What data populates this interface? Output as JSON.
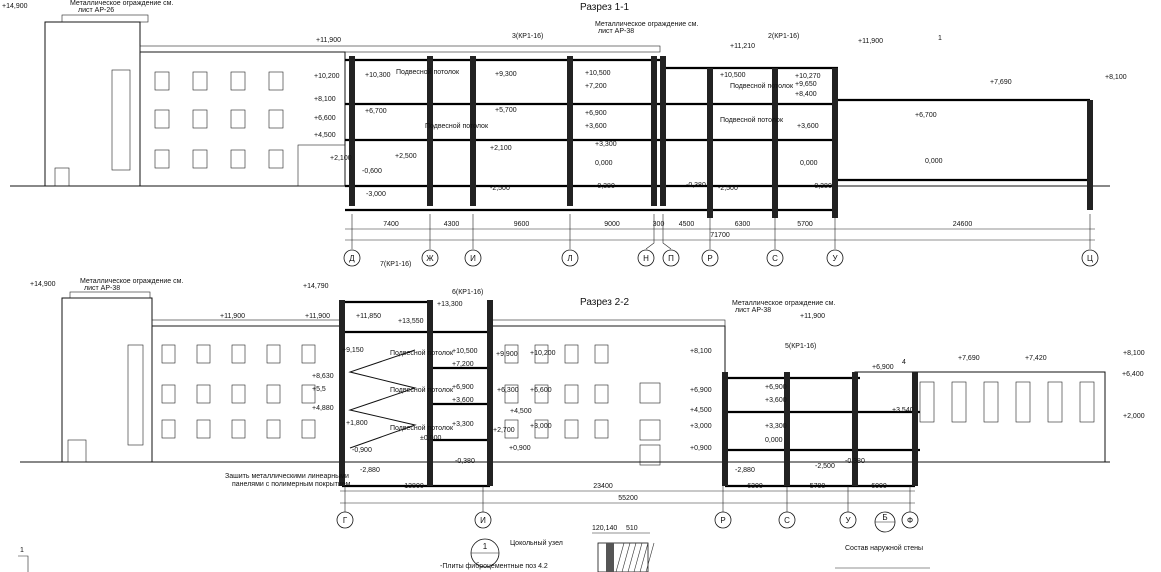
{
  "section1": {
    "title": "Разрез 1-1",
    "note_fence_left": "Металлическое ограждение см.",
    "note_fence_left_sheet": "лист АР-26",
    "note_fence_right": "Металлическое ограждение см.",
    "note_fence_right_sheet": "лист АР-38",
    "mark_3": "3(КР1-16)",
    "mark_2": "2(КР1-16)",
    "mark_1": "1",
    "ceiling_label": "Подвесной потолок",
    "levels": [
      "+14,900",
      "+11,900",
      "+10,200",
      "+8,100",
      "+6,600",
      "+4,500",
      "+2,100",
      "+10,300",
      "+6,700",
      "+2,500",
      "-0,600",
      "-3,000",
      "+9,300",
      "+5,700",
      "+2,100",
      "-2,500",
      "+10,500",
      "+7,200",
      "+6,900",
      "+3,600",
      "+3,300",
      "0,000",
      "-0,380",
      "+11,210",
      "+10,270",
      "+9,650",
      "+8,400",
      "+3,600",
      "0,000",
      "-0,380",
      "+7,690",
      "+6,700",
      "+8,100",
      "0,000",
      "-2,500",
      "-0,380",
      "+11,900",
      "+10,500"
    ],
    "dimensions": [
      "7400",
      "4300",
      "9600",
      "9000",
      "300",
      "4500",
      "6300",
      "5700",
      "24600"
    ],
    "total": "71700",
    "axes": [
      "Д",
      "Ж",
      "И",
      "Л",
      "Н",
      "П",
      "Р",
      "С",
      "У",
      "Ц"
    ]
  },
  "section2": {
    "title": "Разрез 2-2",
    "note_fence_left": "Металлическое ограждение см.",
    "note_fence_left_sheet": "лист АР-38",
    "note_fence_mid": "Металлическое ограждение см.",
    "note_fence_mid_sheet": "лист АР-38",
    "mark_7": "7(КР1-16)",
    "mark_6": "6(КР1-16)",
    "mark_5": "5(КР1-16)",
    "mark_4": "4",
    "ceiling_label": "Подвесной потолок",
    "note_panels_1": "Зашить металлическими линеарными",
    "note_panels_2": "панелями с полимерным покрытием",
    "levels": [
      "+14,900",
      "+14,790",
      "+11,900",
      "+13,300",
      "+11,850",
      "+13,550",
      "+11,900",
      "+9,150",
      "+8,630",
      "+5,5",
      "+4,880",
      "+1,800",
      "-0,900",
      "-2,880",
      "+10,500",
      "+7,200",
      "+6,900",
      "+3,600",
      "+3,300",
      "±0,000",
      "-0,380",
      "+9,900",
      "+10,200",
      "+6,300",
      "+6,600",
      "+4,500",
      "+3,000",
      "+2,700",
      "+0,900",
      "+8,100",
      "+6,900",
      "+4,500",
      "+3,000",
      "+0,900",
      "-2,880",
      "+6,900",
      "+3,600",
      "+3,300",
      "0,000",
      "-2,500",
      "-0,380",
      "+6,900",
      "+7,690",
      "+7,420",
      "+8,100",
      "+6,400",
      "+2,000",
      "+3,540",
      "+11,900"
    ],
    "dimensions": [
      "13800",
      "23400",
      "6300",
      "5700",
      "6000"
    ],
    "total": "55200",
    "axes": [
      "Г",
      "И",
      "Р",
      "С",
      "У",
      "Ф"
    ]
  },
  "details": {
    "node_number": "1",
    "node_title": "Цокольный узел",
    "node_note": "-Плиты фиброцементные поз 4.2",
    "wall_dims_1": "120,140",
    "wall_dims_2": "510",
    "wall_title": "Состав наружной стены",
    "wall_mark": "Б",
    "corner_mark": "1"
  }
}
